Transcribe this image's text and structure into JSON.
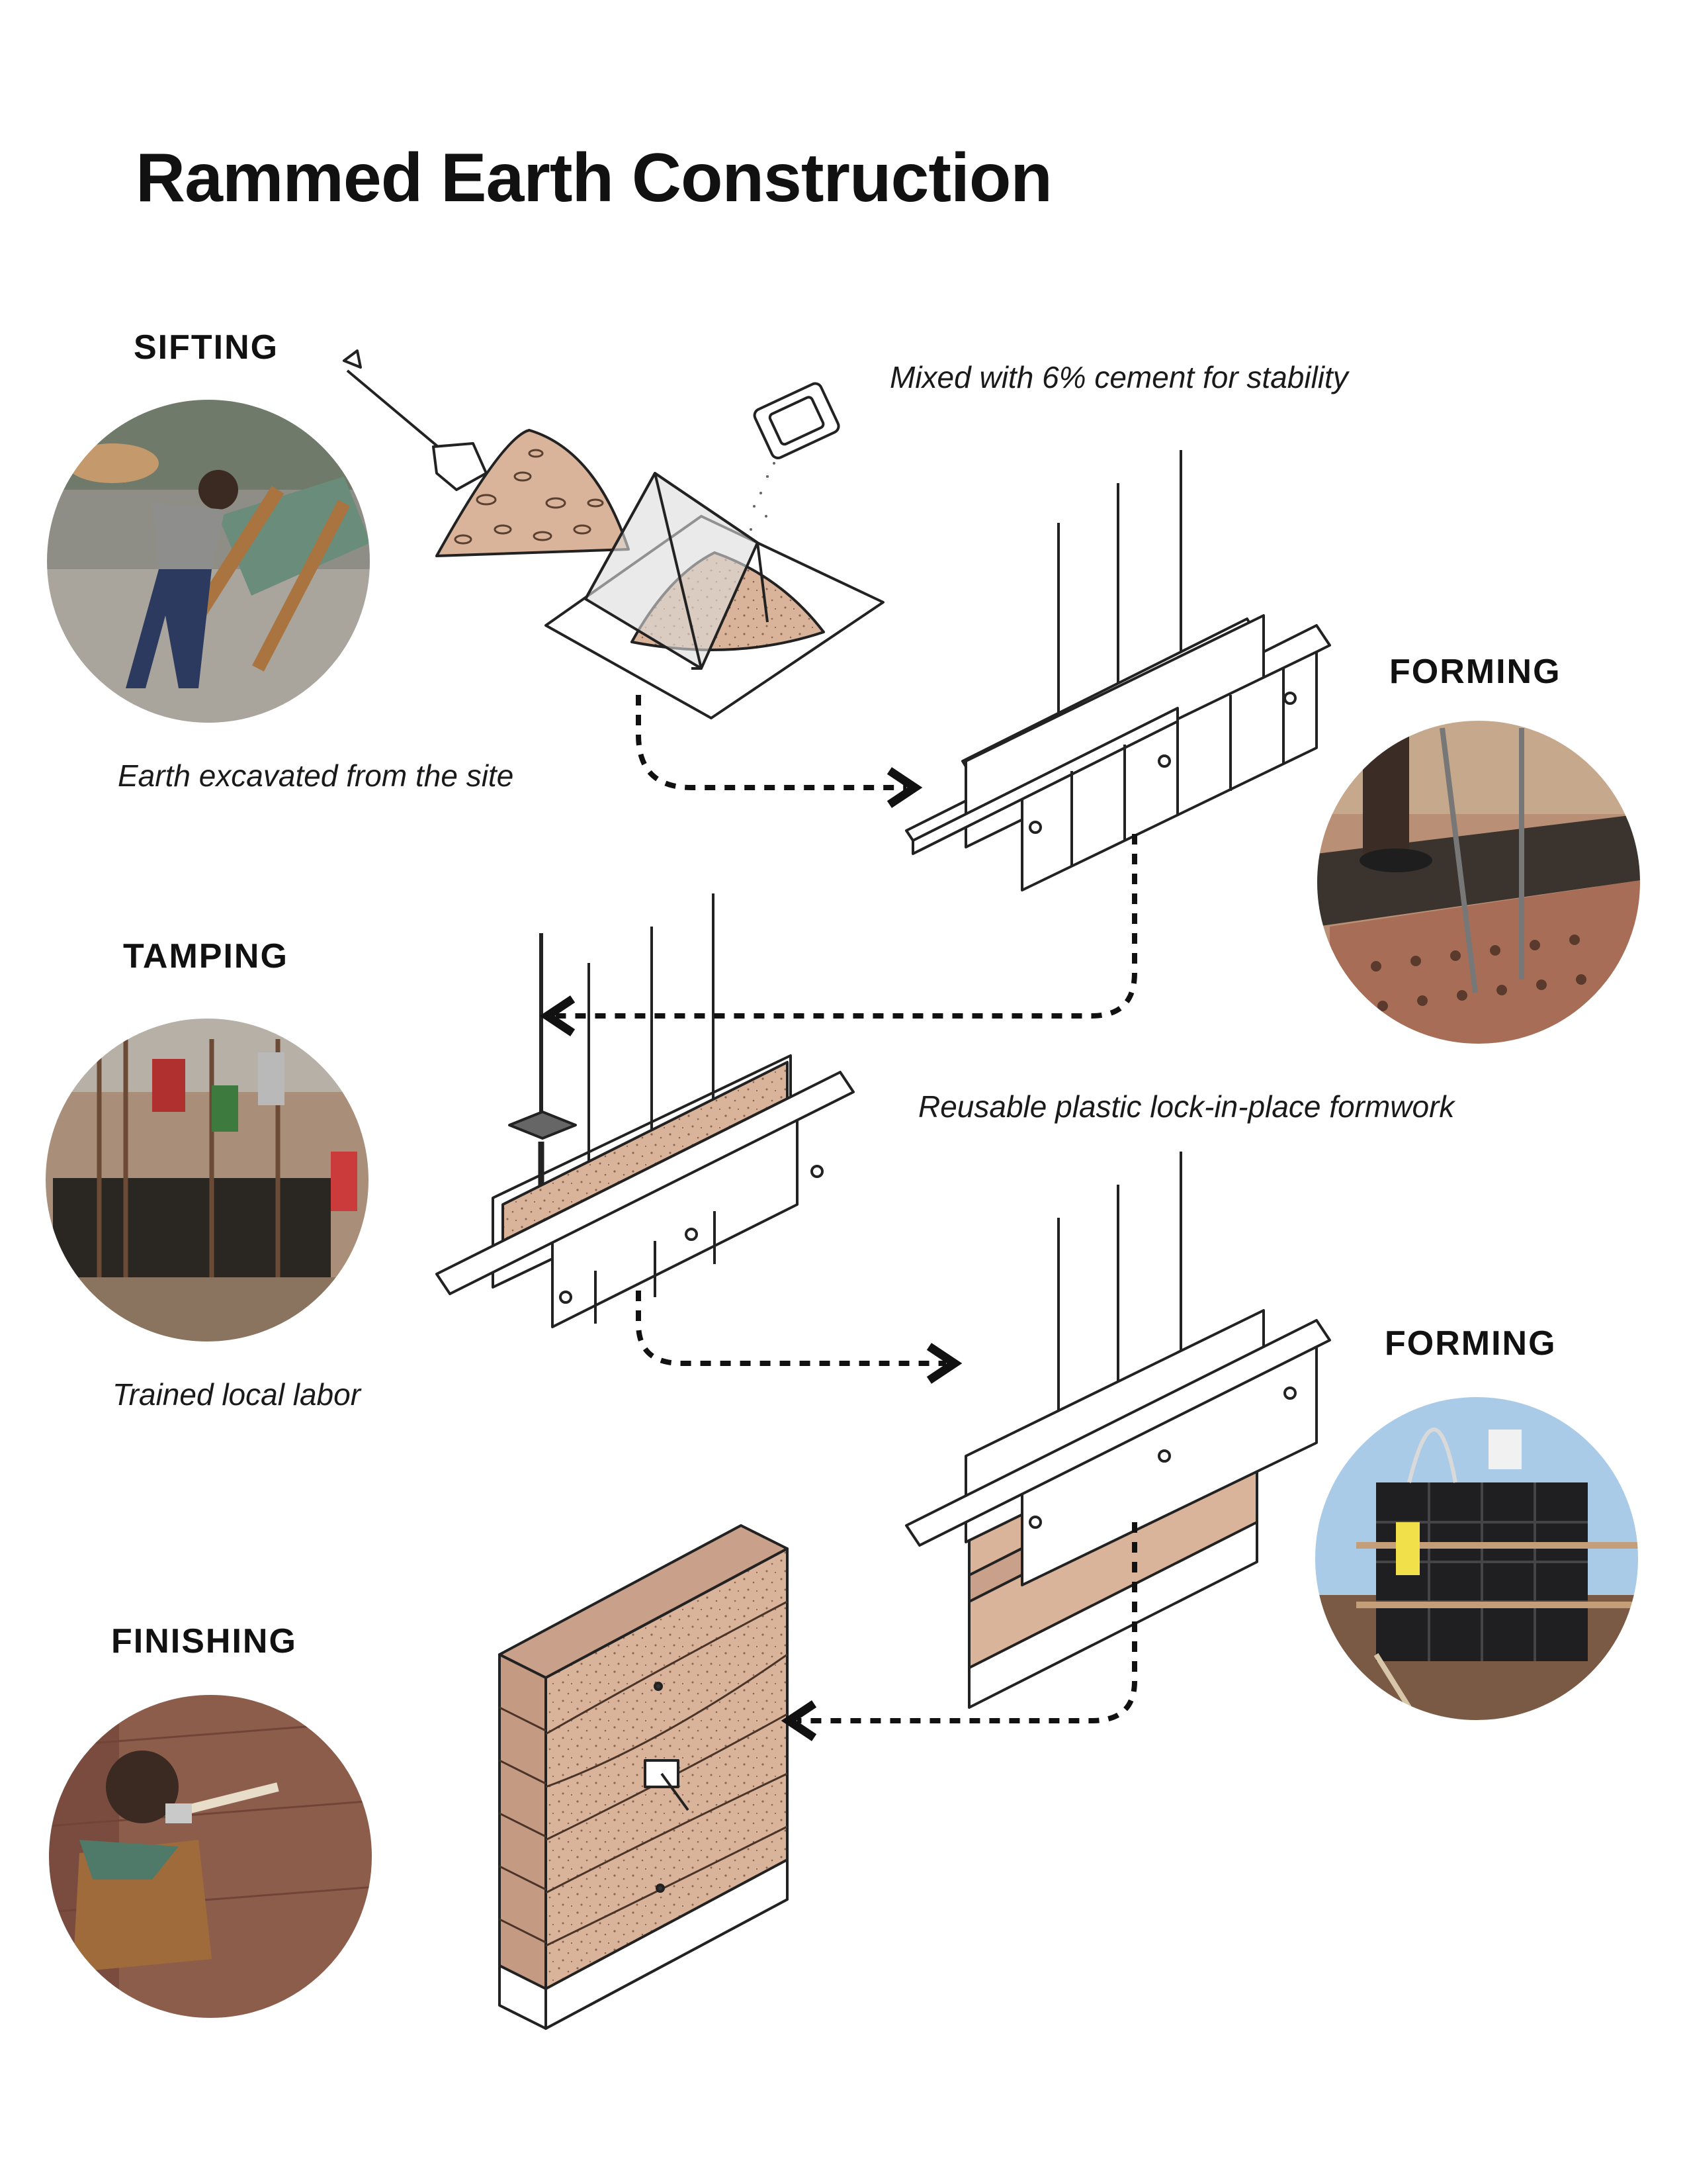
{
  "title": "Rammed Earth Construction",
  "steps": {
    "sifting": "SIFTING",
    "forming_1": "FORMING",
    "tamping": "TAMPING",
    "forming_2": "FORMING",
    "finishing": "FINISHING"
  },
  "captions": {
    "earth": "Earth excavated from the site",
    "cement": "Mixed with 6% cement for stability",
    "formwork": "Reusable plastic lock-in-place formwork",
    "labor": "Trained local labor"
  },
  "colors": {
    "earth": "#d9b39a",
    "earth_dark": "#b98e74",
    "line": "#222222",
    "photo_dirt": "#a07a5c",
    "photo_sky": "#9fc3e3",
    "photo_wall": "#8b5a4a"
  }
}
